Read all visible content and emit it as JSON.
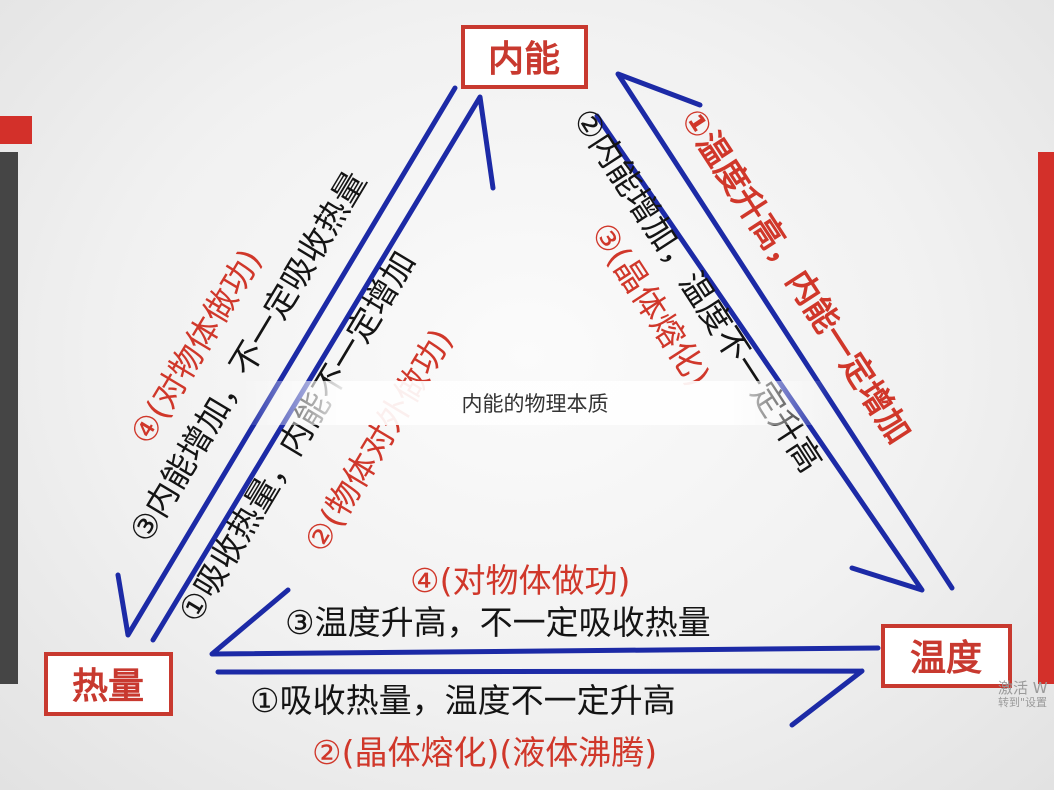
{
  "nodes": {
    "top": "内能",
    "left": "热量",
    "right": "温度"
  },
  "left_edge": {
    "outer_black": "③内能增加，不一定吸收热量",
    "outer_red": "④(对物体做功)",
    "inner_black": "①吸收热量，内能不一定增加",
    "inner_red": "②(物体对外做功)"
  },
  "right_edge": {
    "outer_red": "①温度升高，内能一定增加",
    "inner_black": "②内能增加，温度不一定升高",
    "inner_red": "③(晶体熔化)"
  },
  "bottom_edge": {
    "upper_red": "④(对物体做功)",
    "upper_black": "③温度升高，不一定吸收热量",
    "lower_black": "①吸收热量，温度不一定升高",
    "lower_red": "②(晶体熔化)(液体沸腾)"
  },
  "caption": "内能的物理本质",
  "watermark": {
    "line1": "激活 W",
    "line2": "转到\"设置"
  },
  "colors": {
    "node_red": "#c8392f",
    "arrow_blue": "#1c2aa6",
    "text_black": "#141414",
    "text_red": "#d0372a",
    "deco_red": "#d3302a",
    "deco_dark": "#454545"
  }
}
